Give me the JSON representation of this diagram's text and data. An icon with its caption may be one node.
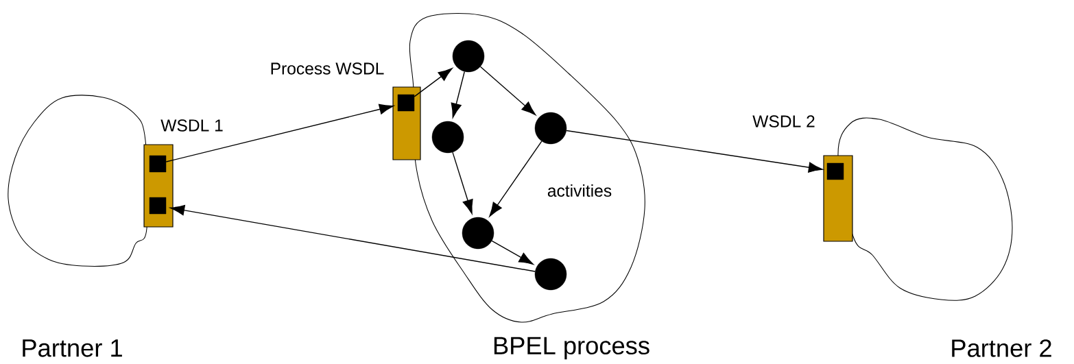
{
  "diagram": {
    "nodes": [
      {
        "text": [
          "Partner 1"
        ]
      },
      {
        "text": [
          "BPEL process"
        ]
      },
      {
        "text": [
          "Partner 2"
        ]
      },
      {
        "text": [
          "WSDL 1"
        ]
      },
      {
        "text": [
          "Process WSDL"
        ]
      },
      {
        "text": [
          "WSDL 2"
        ]
      },
      {
        "text": [],
        "shape": "box",
        "in": 3
      },
      {
        "text": [],
        "shape": "box",
        "in": 3
      },
      {
        "text": [],
        "shape": "box",
        "in": 4
      },
      {
        "text": [],
        "shape": "box",
        "in": 5
      },
      {
        "text": [],
        "shape": "circle",
        "in": 1
      },
      {
        "text": [],
        "shape": "circle",
        "in": 1
      },
      {
        "text": [],
        "shape": "circle",
        "in": 1
      },
      {
        "text": [],
        "shape": "circle",
        "in": 1
      },
      {
        "text": [],
        "shape": "circle",
        "in": 1
      }
    ],
    "edges": [
      {
        "from": 6,
        "to": 8,
        "arrow": "to"
      },
      {
        "from": 8,
        "to": 10,
        "arrow": "to"
      },
      {
        "from": 10,
        "to": 12,
        "arrow": "to"
      },
      {
        "from": 10,
        "to": 11,
        "arrow": "to"
      },
      {
        "from": 12,
        "to": 13,
        "arrow": "to"
      },
      {
        "from": 11,
        "to": 13,
        "arrow": "to"
      },
      {
        "from": 13,
        "to": 14,
        "arrow": "to"
      },
      {
        "from": 11,
        "to": 9,
        "arrow": "to"
      },
      {
        "from": 14,
        "to": 7,
        "arrow": "to"
      }
    ],
    "labels": [
      "activities"
    ]
  }
}
